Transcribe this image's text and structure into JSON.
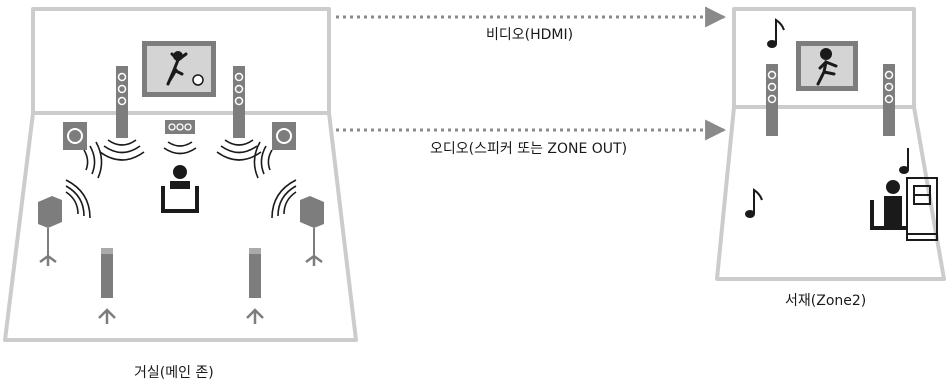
{
  "labels": {
    "main_zone": "거실(메인 존)",
    "zone2": "서재(Zone2)",
    "video_link": "비디오(HDMI)",
    "audio_link": "오디오(스피커 또는 ZONE OUT)"
  },
  "icons": {
    "tv": "tv-icon",
    "speaker": "speaker-icon",
    "listener": "listener-icon",
    "music_note": "music-note-icon",
    "arrow": "arrow-icon"
  },
  "colors": {
    "room_outline": "#cccccc",
    "speaker": "#7d7d7d",
    "arrow": "#8a8a8a",
    "text": "#1a1a1a"
  }
}
